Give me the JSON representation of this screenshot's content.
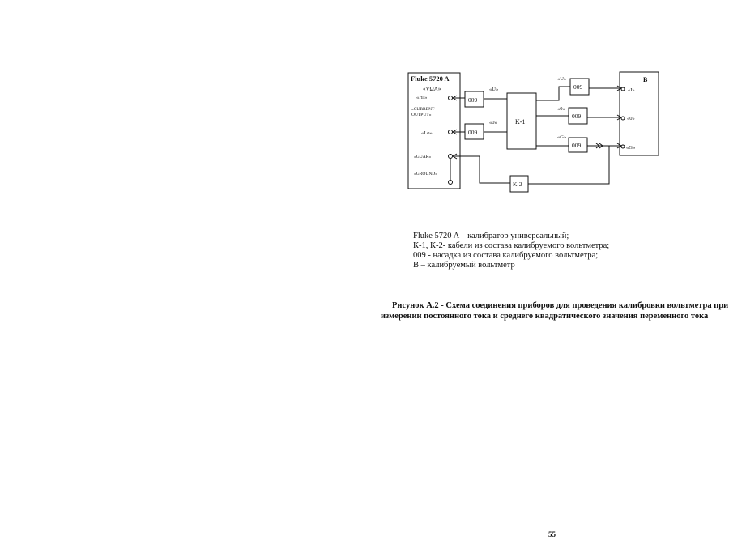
{
  "diagram": {
    "fluke": {
      "title": "Fluke 5720 A",
      "vohm": "«VΩA»",
      "hi": "«HI»",
      "current1": "«CURRENT",
      "current2": "OUTPUT»",
      "lo": "«Lo»",
      "guard": "«GUAR»",
      "ground": "«GROUND»"
    },
    "nozzle": "009",
    "k1": "K-1",
    "k2": "K-2",
    "wire_u": "«U»",
    "wire_0": "«0»",
    "wire_g": "«G»",
    "voltmeter": {
      "title": "B",
      "in_i": "«I»",
      "in_0": "«0»",
      "in_g": "«G»"
    }
  },
  "legend": [
    "Fluke 5720 A – калибратор универсальный;",
    "К-1, К-2- кабели из состава калибруемого вольтметра;",
    "009 - насадка из состава калибруемого вольтметра;",
    "В – калибруемый вольтметр"
  ],
  "caption": [
    "Рисунок А.2 - Схема соединения приборов для проведения калибровки вольтметра при",
    "измерении постоянного тока и среднего квадратического значения переменного тока"
  ],
  "page_number": "55"
}
